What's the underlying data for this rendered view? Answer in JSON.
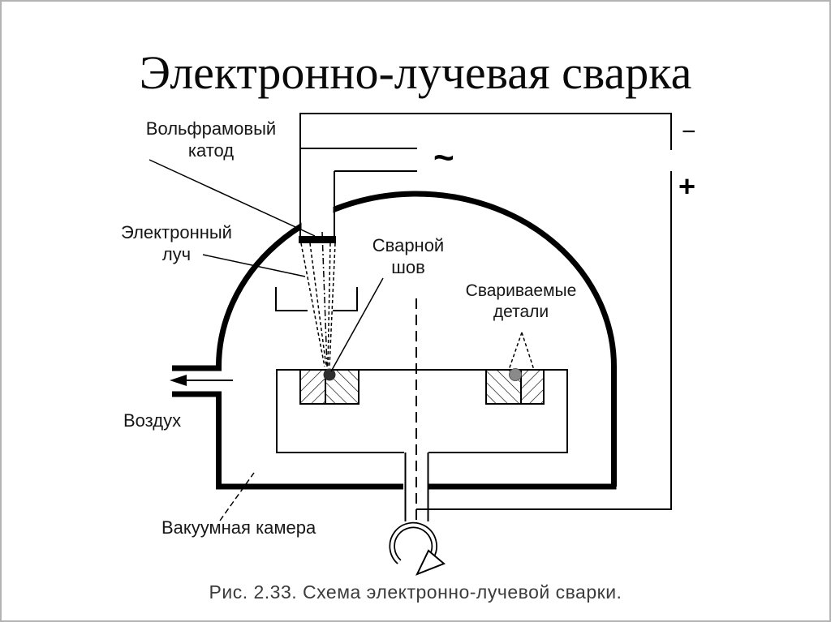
{
  "title": "Электронно-лучевая сварка",
  "labels": {
    "cathode": "Вольфрамовый катод",
    "beam": "Электронный луч",
    "seam": "Сварной шов",
    "parts": "Свариваемые детали",
    "air": "Воздух",
    "chamber": "Вакуумная камера"
  },
  "symbols": {
    "ac_current": "~",
    "minus_terminal": "−",
    "plus_terminal": "+"
  },
  "caption": "Рис. 2.33. Схема электронно-лучевой сварки.",
  "colors": {
    "line": "#000000",
    "weld_spot_left": "#2f2f2f",
    "weld_spot_right": "#8a8a8a",
    "frame_border": "#b3b3b3",
    "caption_text": "#3c3c3c"
  }
}
